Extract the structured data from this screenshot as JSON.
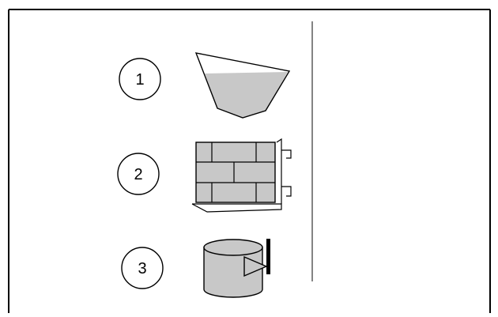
{
  "diagram": {
    "steps": [
      {
        "number": "1",
        "icon": "hopper-icon"
      },
      {
        "number": "2",
        "icon": "brick-wall-icon"
      },
      {
        "number": "3",
        "icon": "cylinder-tank-icon"
      }
    ],
    "colors": {
      "frame": "#000000",
      "fill": "#c8c8c8",
      "divider": "#333333",
      "background": "#ffffff"
    }
  }
}
